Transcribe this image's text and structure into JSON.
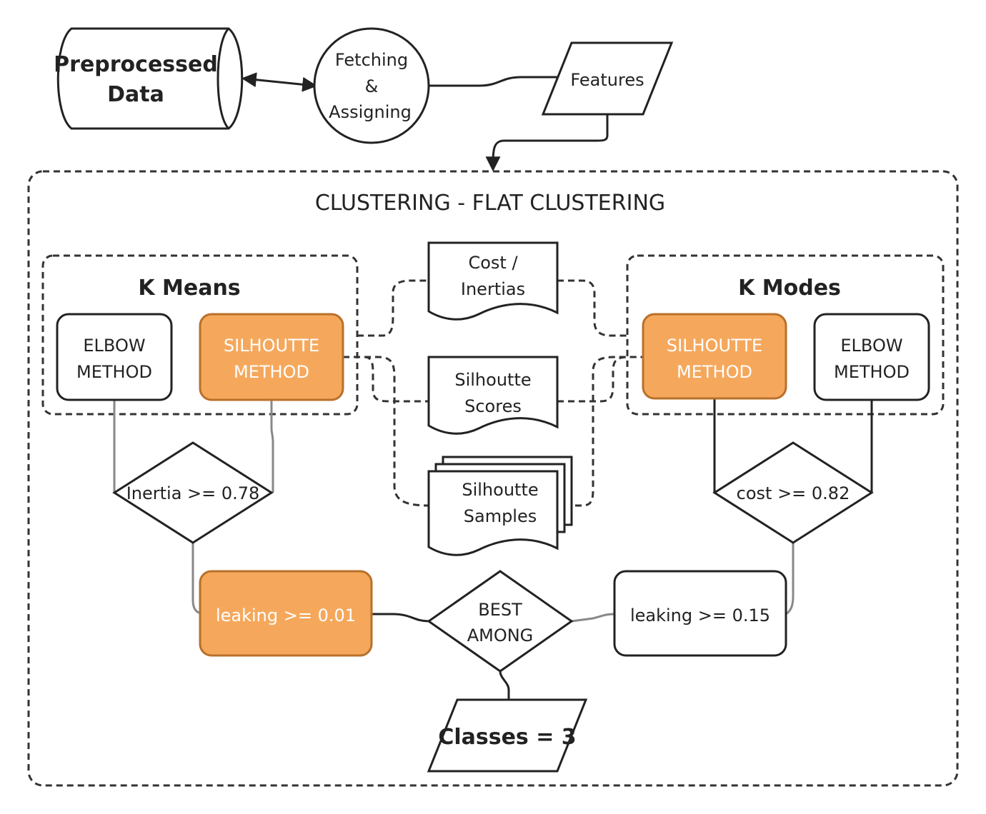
{
  "title": "CLUSTERING - FLAT CLUSTERING",
  "source": {
    "line1": "Preprocessed",
    "line2": "Data"
  },
  "process": {
    "line1": "Fetching",
    "line2": "&",
    "line3": "Assigning"
  },
  "features": "Features",
  "kmeans": {
    "title": "K Means",
    "elbow": {
      "line1": "ELBOW",
      "line2": "METHOD"
    },
    "silhouette": {
      "line1": "SILHOUTTE",
      "line2": "METHOD"
    },
    "decision": "Inertia >= 0.78",
    "result": "leaking >= 0.01"
  },
  "kmodes": {
    "title": "K Modes",
    "elbow": {
      "line1": "ELBOW",
      "line2": "METHOD"
    },
    "silhouette": {
      "line1": "SILHOUTTE",
      "line2": "METHOD"
    },
    "decision": "cost >= 0.82",
    "result": "leaking >= 0.15"
  },
  "outputs": {
    "cost": {
      "line1": "Cost /",
      "line2": "Inertias"
    },
    "scores": {
      "line1": "Silhoutte",
      "line2": "Scores"
    },
    "samples": {
      "line1": "Silhoutte",
      "line2": "Samples"
    }
  },
  "best": {
    "line1": "BEST",
    "line2": "AMONG"
  },
  "final": "Classes = 3",
  "colors": {
    "highlight": "#f5a85c",
    "highlight_border": "#b8702a",
    "stroke": "#222222"
  }
}
